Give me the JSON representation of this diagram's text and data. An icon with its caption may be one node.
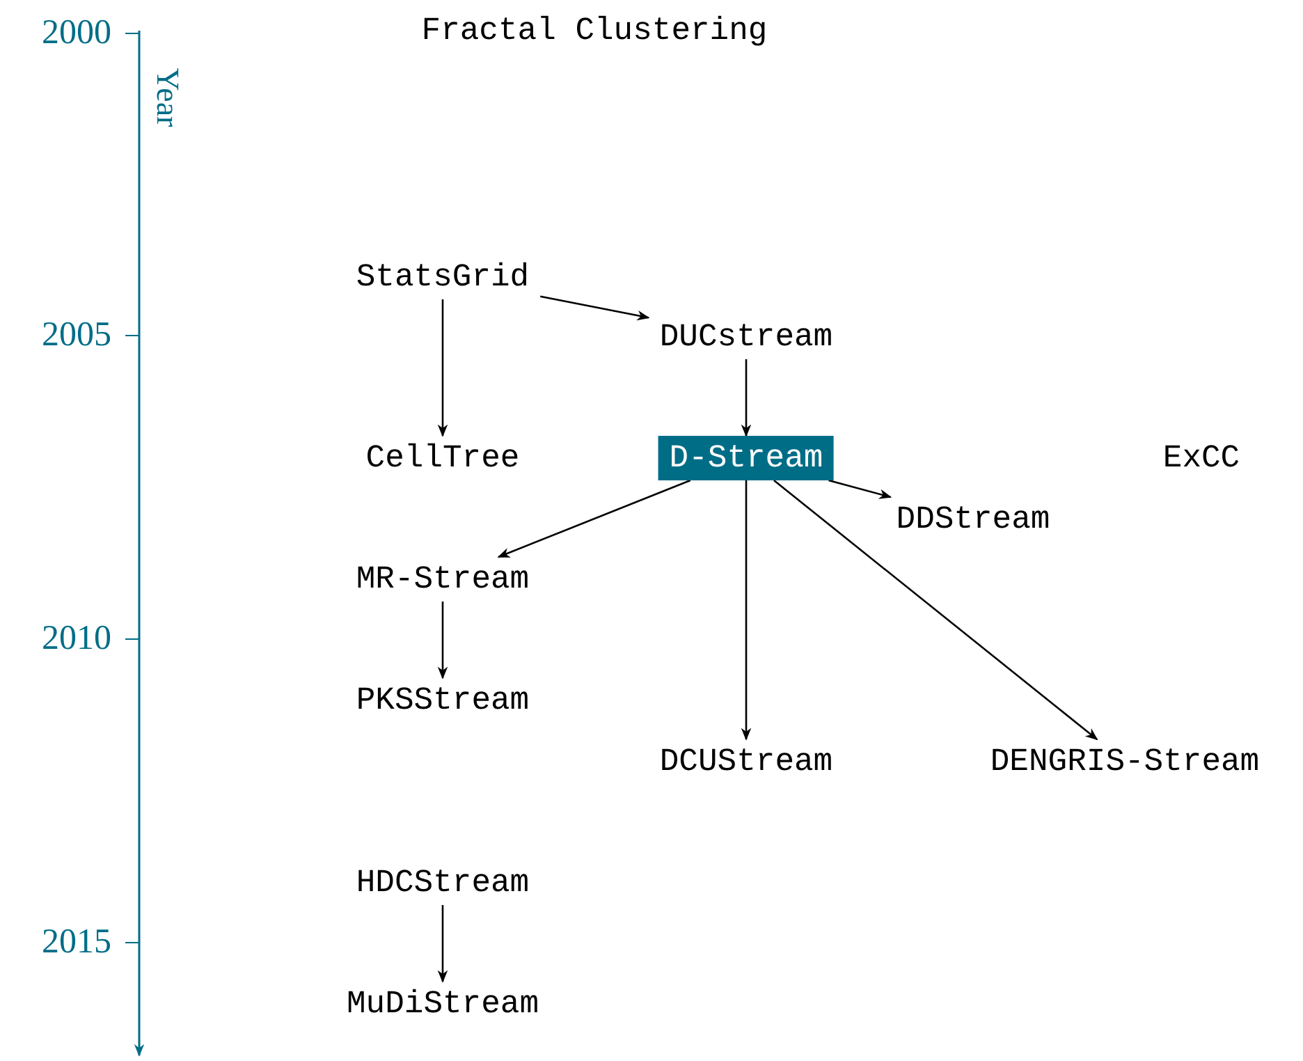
{
  "diagram": {
    "nodes": [
      {
        "text": [
          "Fractal Clustering"
        ]
      },
      {
        "text": [
          "StatsGrid"
        ]
      },
      {
        "text": [
          "DUCstream"
        ]
      },
      {
        "text": [
          "CellTree"
        ]
      },
      {
        "text": [
          "D-Stream"
        ]
      },
      {
        "text": [
          "ExCC"
        ]
      },
      {
        "text": [
          "DDStream"
        ]
      },
      {
        "text": [
          "MR-Stream"
        ]
      },
      {
        "text": [
          "PKSStream"
        ]
      },
      {
        "text": [
          "DCUStream"
        ]
      },
      {
        "text": [
          "DENGRIS-Stream"
        ]
      },
      {
        "text": [
          "HDCStream"
        ]
      },
      {
        "text": [
          "MuDiStream"
        ]
      }
    ],
    "edges": [
      {
        "from": 1,
        "to": 2,
        "arrow": "to"
      },
      {
        "from": 1,
        "to": 3,
        "arrow": "to"
      },
      {
        "from": 2,
        "to": 4,
        "arrow": "to"
      },
      {
        "from": 4,
        "to": 6,
        "arrow": "to"
      },
      {
        "from": 4,
        "to": 7,
        "arrow": "to"
      },
      {
        "from": 4,
        "to": 9,
        "arrow": "to"
      },
      {
        "from": 4,
        "to": 10,
        "arrow": "to"
      },
      {
        "from": 7,
        "to": 8,
        "arrow": "to"
      },
      {
        "from": 11,
        "to": 12,
        "arrow": "to"
      }
    ],
    "labels": [
      "2000",
      "Year",
      "2005",
      "2010",
      "2015"
    ]
  }
}
